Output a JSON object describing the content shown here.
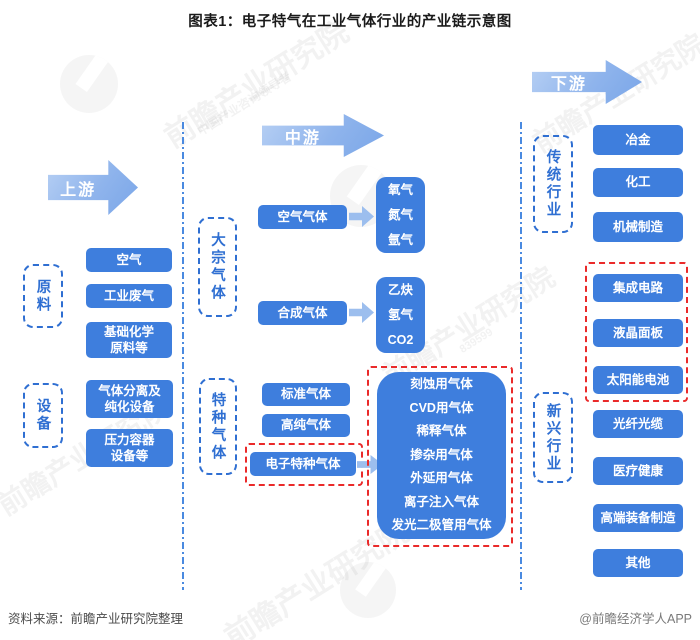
{
  "title": "图表1：电子特气在工业气体行业的产业链示意图",
  "colors": {
    "node_blue": "#3e7edd",
    "arrow_light_blue": "#8fb4ec",
    "dashed_blue": "#2f6fd2",
    "highlight_red": "#ea2a2a"
  },
  "watermark": {
    "brand": "前瞻产业研究院",
    "tagline": "中国产业咨询领导者",
    "code": "839599"
  },
  "upstream": {
    "arrow_label": "上游",
    "raw": {
      "label": "原料",
      "items": [
        "空气",
        "工业废气",
        "基础化学\n原料等"
      ]
    },
    "equipment": {
      "label": "设备",
      "items": [
        "气体分离及\n纯化设备",
        "压力容器\n设备等"
      ]
    }
  },
  "midstream": {
    "arrow_label": "中游",
    "bulk": {
      "label": "大宗气体",
      "rows": [
        {
          "name": "空气气体",
          "products": [
            "氧气",
            "氮气",
            "氩气"
          ]
        },
        {
          "name": "合成气体",
          "products": [
            "乙炔",
            "氢气",
            "CO2"
          ]
        }
      ]
    },
    "specialty": {
      "label": "特种气体",
      "items": [
        "标准气体",
        "高纯气体"
      ],
      "electronic": {
        "name": "电子特种气体",
        "gases": [
          "刻蚀用气体",
          "CVD用气体",
          "稀释气体",
          "掺杂用气体",
          "外延用气体",
          "离子注入气体",
          "发光二极管用气体"
        ]
      }
    }
  },
  "downstream": {
    "arrow_label": "下游",
    "traditional": {
      "label": "传统行业",
      "items": [
        "冶金",
        "化工",
        "机械制造"
      ]
    },
    "emerging": {
      "label": "新兴行业",
      "highlighted": [
        "集成电路",
        "液晶面板",
        "太阳能电池"
      ],
      "others": [
        "光纤光缆",
        "医疗健康",
        "高端装备制造",
        "其他"
      ]
    }
  },
  "footer": {
    "source": "资料来源：前瞻产业研究院整理",
    "credit": "@前瞻经济学人APP"
  }
}
